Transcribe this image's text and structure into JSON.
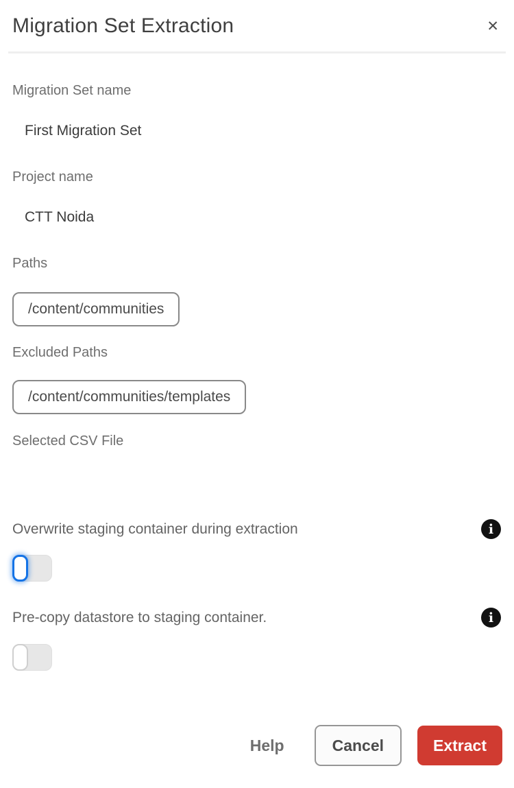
{
  "dialog": {
    "title": "Migration Set Extraction",
    "close_glyph": "✕"
  },
  "fields": {
    "migration_set": {
      "label": "Migration Set name",
      "value": "First Migration Set"
    },
    "project": {
      "label": "Project name",
      "value": "CTT Noida"
    },
    "paths": {
      "label": "Paths",
      "tags": [
        "/content/communities"
      ]
    },
    "excluded_paths": {
      "label": "Excluded Paths",
      "tags": [
        "/content/communities/templates"
      ]
    },
    "csv": {
      "label": "Selected CSV File",
      "value": ""
    }
  },
  "toggles": [
    {
      "label": "Overwrite staging container during extraction",
      "checked": false,
      "focused": true,
      "info_glyph": "i"
    },
    {
      "label": "Pre-copy datastore to staging container.",
      "checked": false,
      "focused": false,
      "info_glyph": "i"
    }
  ],
  "footer": {
    "help_label": "Help",
    "cancel_label": "Cancel",
    "extract_label": "Extract"
  },
  "colors": {
    "extract_red": "#d03b31",
    "focus_blue": "#1473e6",
    "info_icon_black": "#121212",
    "label_gray": "#6e6e6e",
    "toggle_track_gray": "#e7e7e7"
  }
}
